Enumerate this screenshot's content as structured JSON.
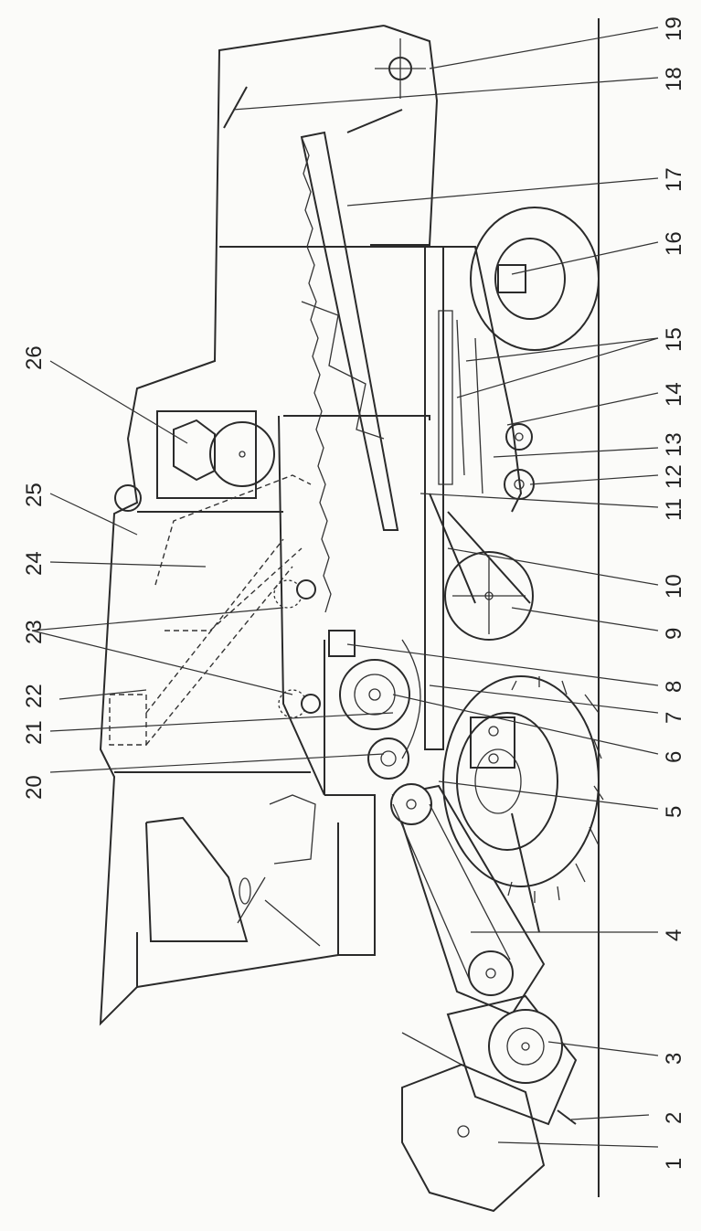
{
  "callouts": [
    {
      "id": "1",
      "text": "1"
    },
    {
      "id": "2",
      "text": "2"
    },
    {
      "id": "3",
      "text": "3"
    },
    {
      "id": "4",
      "text": "4"
    },
    {
      "id": "5",
      "text": "5"
    },
    {
      "id": "6",
      "text": "6"
    },
    {
      "id": "7",
      "text": "7"
    },
    {
      "id": "8",
      "text": "8"
    },
    {
      "id": "9",
      "text": "9"
    },
    {
      "id": "10",
      "text": "10"
    },
    {
      "id": "11",
      "text": "11"
    },
    {
      "id": "12",
      "text": "12"
    },
    {
      "id": "13",
      "text": "13"
    },
    {
      "id": "14",
      "text": "14"
    },
    {
      "id": "15",
      "text": "15"
    },
    {
      "id": "16",
      "text": "16"
    },
    {
      "id": "17",
      "text": "17"
    },
    {
      "id": "18",
      "text": "18"
    },
    {
      "id": "19",
      "text": "19"
    },
    {
      "id": "20",
      "text": "20"
    },
    {
      "id": "21",
      "text": "21"
    },
    {
      "id": "22",
      "text": "22"
    },
    {
      "id": "23",
      "text": "23"
    },
    {
      "id": "24",
      "text": "24"
    },
    {
      "id": "25",
      "text": "25"
    },
    {
      "id": "26",
      "text": "26"
    }
  ]
}
